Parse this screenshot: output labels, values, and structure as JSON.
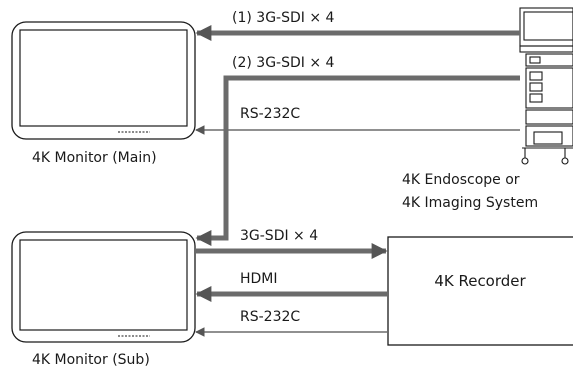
{
  "connections": {
    "main_link_1": "(1) 3G-SDI × 4",
    "main_link_2": "(2) 3G-SDI × 4",
    "main_rs232": "RS-232C",
    "sub_sdi": "3G-SDI × 4",
    "sub_hdmi": "HDMI",
    "sub_rs232": "RS-232C"
  },
  "devices": {
    "monitor_main": "4K Monitor (Main)",
    "monitor_sub": "4K Monitor (Sub)",
    "endoscope_line1": "4K Endoscope or",
    "endoscope_line2": "4K Imaging System",
    "recorder": "4K Recorder"
  },
  "colors": {
    "cable": "#6b6b6b",
    "outline": "#1a1a1a"
  }
}
